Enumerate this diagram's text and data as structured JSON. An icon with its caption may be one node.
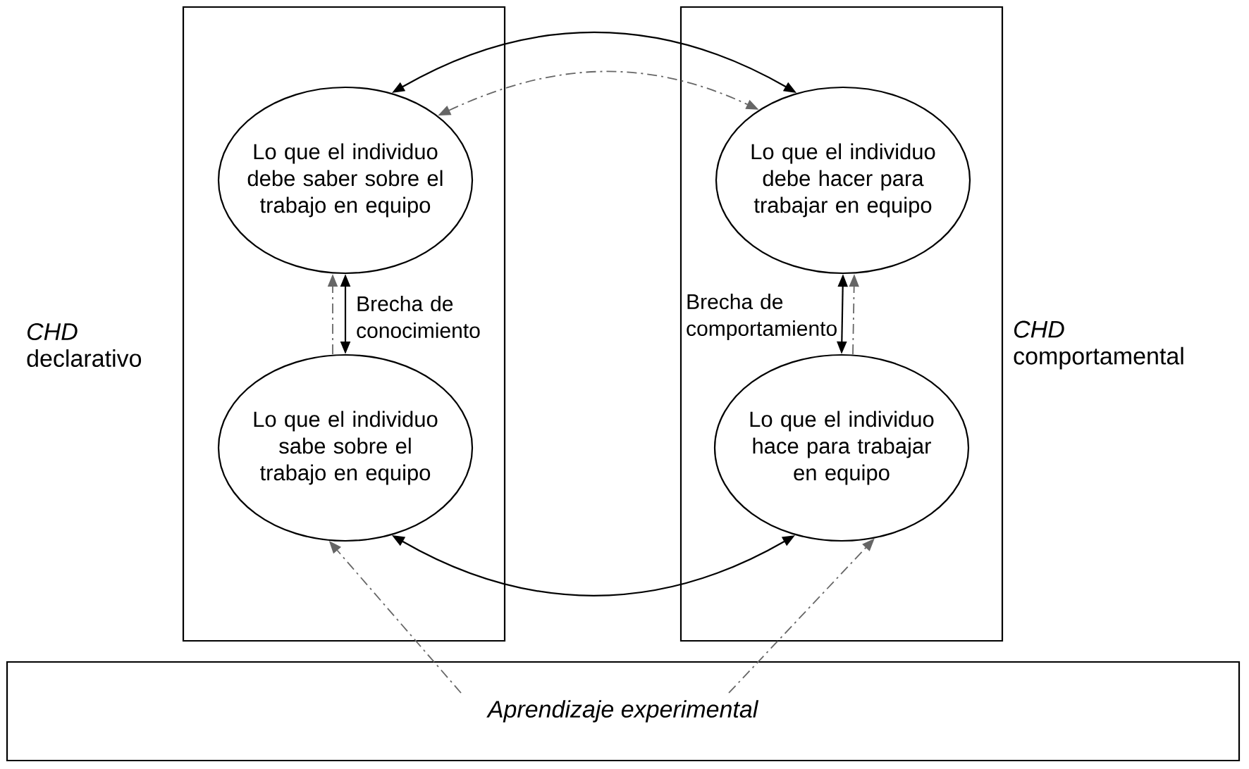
{
  "diagram": {
    "nodes": [
      {
        "text": [],
        "shape": "box"
      },
      {
        "text": [
          "Lo que el individuo debe saber sobre el trabajo en equipo"
        ],
        "in": 0
      },
      {
        "text": [
          "Lo que el individuo sabe sobre el trabajo en equipo"
        ],
        "in": 0
      },
      {
        "text": [],
        "shape": "box"
      },
      {
        "text": [
          "Lo que el individuo debe hacer para trabajar en equipo"
        ],
        "in": 3
      },
      {
        "text": [
          "Lo que el individuo hace para trabajar en equipo"
        ],
        "in": 3
      },
      {
        "text": [
          "*Aprendizaje experimental*"
        ]
      }
    ],
    "edges": [
      {
        "from": 1,
        "to": 4,
        "arrow": "both",
        "color": "#000000"
      },
      {
        "from": 1,
        "to": 4,
        "arrow": "both",
        "style": "dashed",
        "color": "#666666"
      },
      {
        "from": 1,
        "to": 2,
        "arrow": "both",
        "color": "#000000"
      },
      {
        "from": 2,
        "to": 1,
        "arrow": "to",
        "style": "dashed",
        "color": "#666666"
      },
      {
        "from": 4,
        "to": 5,
        "arrow": "both",
        "color": "#000000"
      },
      {
        "from": 5,
        "to": 4,
        "arrow": "to",
        "style": "dashed",
        "color": "#666666"
      },
      {
        "from": 2,
        "to": 5,
        "arrow": "both",
        "color": "#000000"
      },
      {
        "from": 6,
        "to": 2,
        "arrow": "to",
        "style": "dashed",
        "color": "#666666"
      },
      {
        "from": 6,
        "to": 5,
        "arrow": "to",
        "style": "dashed",
        "color": "#666666"
      }
    ],
    "labels": [
      "*CHD* declarativo",
      "Brecha de conocimiento",
      "Brecha de comportamiento",
      "*CHD* comportamental"
    ]
  }
}
